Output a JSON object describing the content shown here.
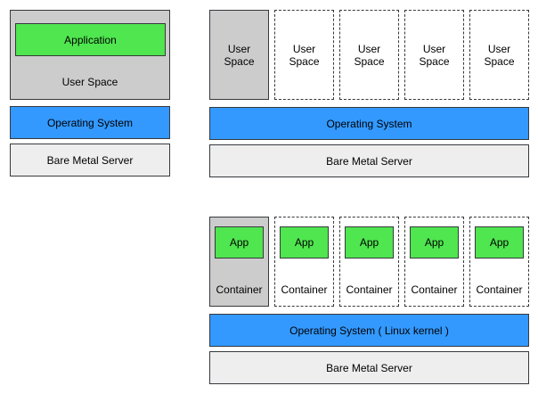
{
  "top_left": {
    "application": "Application",
    "user_space": "User Space",
    "operating_system": "Operating System",
    "bare_metal": "Bare Metal Server"
  },
  "top_right": {
    "user_spaces": [
      "User\nSpace",
      "User\nSpace",
      "User\nSpace",
      "User\nSpace",
      "User\nSpace"
    ],
    "operating_system": "Operating System",
    "bare_metal": "Bare Metal Server"
  },
  "bottom_right": {
    "apps": [
      "App",
      "App",
      "App",
      "App",
      "App"
    ],
    "containers": [
      "Container",
      "Container",
      "Container",
      "Container",
      "Container"
    ],
    "operating_system": "Operating System ( Linux kernel )",
    "bare_metal": "Bare Metal Server"
  },
  "colors": {
    "gray": "#cccccc",
    "light": "#eeeeee",
    "blue": "#3399ff",
    "green": "#4fe64f",
    "border": "#36393d"
  }
}
